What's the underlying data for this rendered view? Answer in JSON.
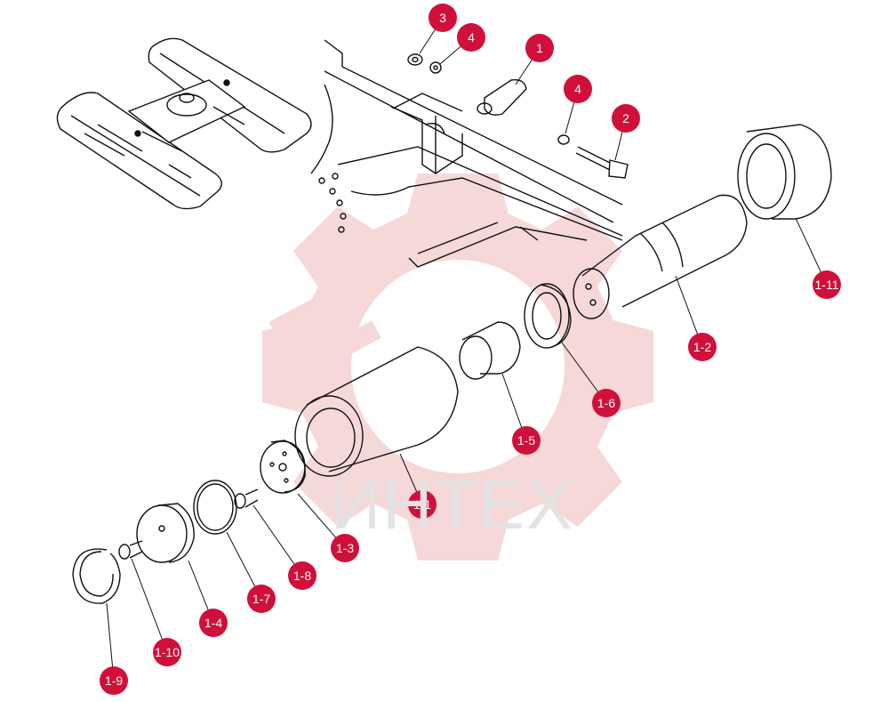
{
  "watermark": {
    "text": "ИНТЕХ",
    "color": "#f2c4c4"
  },
  "colors": {
    "callout": "#d0103a",
    "line": "#111111"
  },
  "callouts": [
    {
      "id": "3",
      "label": "3"
    },
    {
      "id": "4a",
      "label": "4"
    },
    {
      "id": "1",
      "label": "1"
    },
    {
      "id": "4b",
      "label": "4"
    },
    {
      "id": "2",
      "label": "2"
    },
    {
      "id": "1-11",
      "label": "1-11"
    },
    {
      "id": "1-2",
      "label": "1-2"
    },
    {
      "id": "1-6",
      "label": "1-6"
    },
    {
      "id": "1-5",
      "label": "1-5"
    },
    {
      "id": "1-1",
      "label": "1-1"
    },
    {
      "id": "1-3",
      "label": "1-3"
    },
    {
      "id": "1-8",
      "label": "1-8"
    },
    {
      "id": "1-7",
      "label": "1-7"
    },
    {
      "id": "1-4",
      "label": "1-4"
    },
    {
      "id": "1-10",
      "label": "1-10"
    },
    {
      "id": "1-9",
      "label": "1-9"
    }
  ]
}
